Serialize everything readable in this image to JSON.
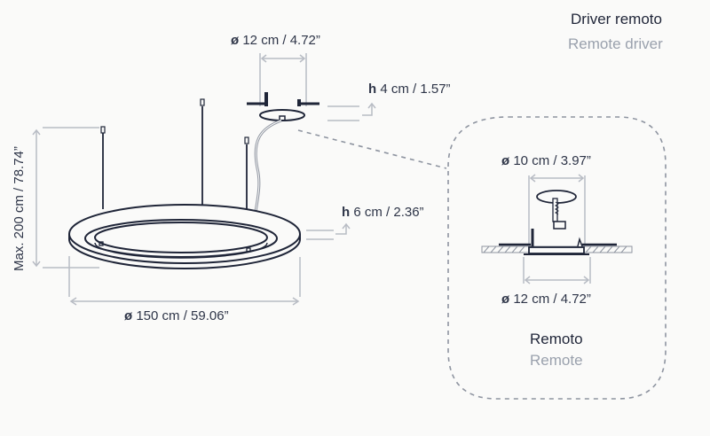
{
  "header": {
    "title": "Driver remoto",
    "subtitle": "Remote driver"
  },
  "dimensions": {
    "driver_diameter": {
      "symbol": "ø",
      "value": "12 cm / 4.72”"
    },
    "driver_height": {
      "symbol": "h",
      "value": "4 cm / 1.57”"
    },
    "max_height": {
      "value": "Max. 200 cm / 78.74”"
    },
    "ring_height": {
      "symbol": "h",
      "value": "6 cm / 2.36”"
    },
    "ring_diameter": {
      "symbol": "ø",
      "value": "150 cm / 59.06”"
    }
  },
  "detail": {
    "cutout_diameter": {
      "symbol": "ø",
      "value": "10 cm / 3.97”"
    },
    "outer_diameter": {
      "symbol": "ø",
      "value": "12 cm / 4.72”"
    },
    "title": "Remoto",
    "subtitle": "Remote"
  },
  "colors": {
    "line_dark": "#1f2538",
    "dim_line": "#b8bcc4",
    "dashed": "#8e94a0",
    "text_primary": "#1f2538",
    "text_secondary": "#9aa1ad",
    "background": "#fafaf9"
  }
}
